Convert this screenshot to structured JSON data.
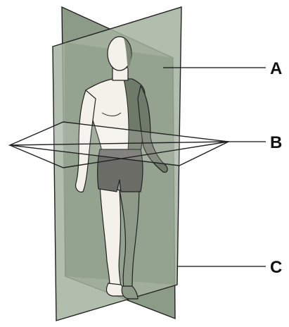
{
  "labels": {
    "a": "A",
    "b": "B",
    "c": "C"
  },
  "colors": {
    "plane_fill": "#9aa996",
    "plane_stroke": "#222222",
    "body_fill": "#f3f1ea",
    "body_shadow": "#5f6659",
    "shorts_fill": "#6d6d68"
  }
}
